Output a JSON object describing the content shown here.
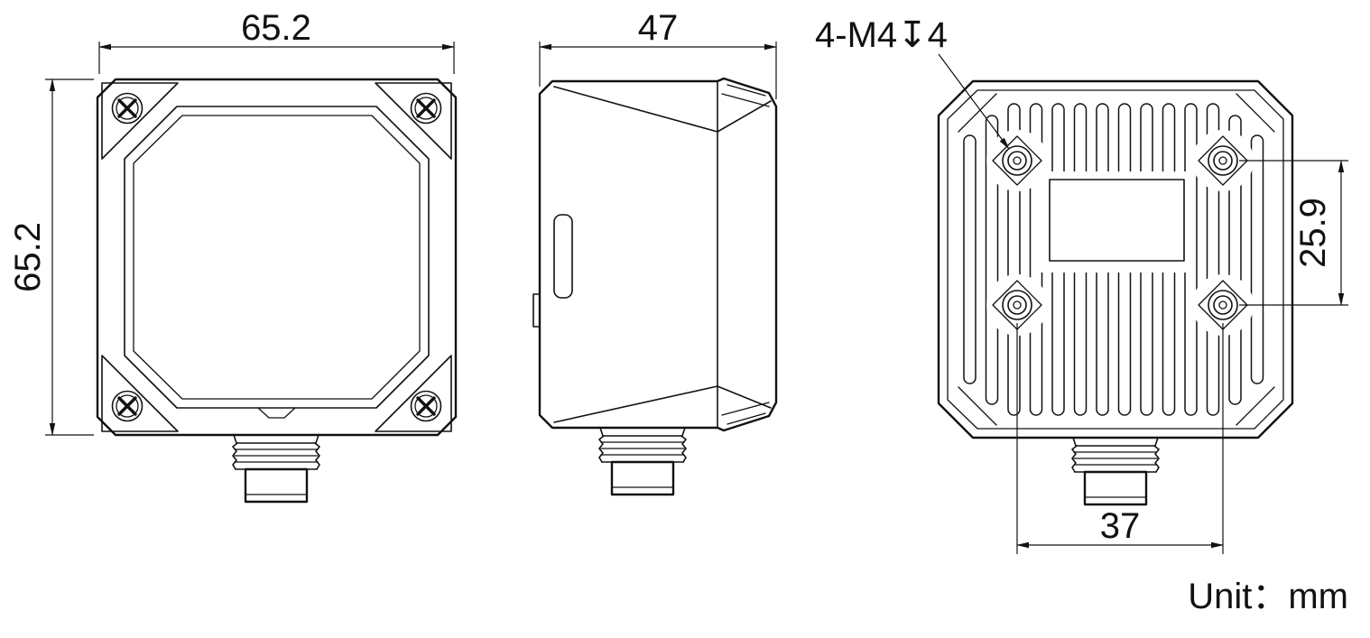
{
  "page": {
    "background_color": "#ffffff",
    "line_color": "#111111"
  },
  "drawing": {
    "unit_label": "Unit：mm",
    "dimensions": {
      "front_width": "65.2",
      "front_height": "65.2",
      "side_depth": "47",
      "thread_callout": "4-M4↧4",
      "hole_spacing_vertical": "25.9",
      "hole_spacing_horizontal": "37"
    }
  }
}
